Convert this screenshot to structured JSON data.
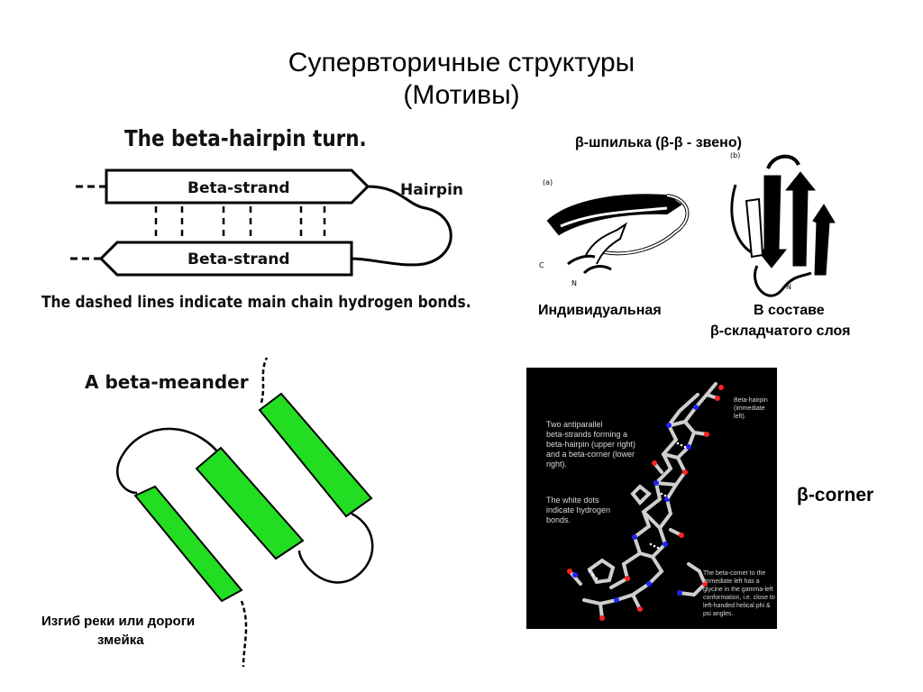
{
  "title": {
    "line1": "Супервторичные структуры",
    "line2": "(Мотивы)"
  },
  "hairpin_diagram": {
    "heading": "The beta-hairpin turn.",
    "strand_top": "Beta-strand",
    "strand_bottom": "Beta-strand",
    "loop_label": "Hairpin",
    "caption": "The dashed lines indicate main chain hydrogen bonds."
  },
  "ribbon_panel": {
    "heading": "β-шпилька (β-β - звено)",
    "panel_a": "(a)",
    "panel_b": "(b)",
    "label_c": "C",
    "label_n": "N",
    "caption_left": "Индивидуальная",
    "caption_right_1": "В составе",
    "caption_right_2": "β-складчатого слоя"
  },
  "meander_diagram": {
    "heading": "A beta-meander",
    "caption_1": "Изгиб реки или дороги",
    "caption_2": "змейка",
    "strand_color": "#22dd22"
  },
  "protein_image": {
    "text_upper": [
      "Two antiparallel",
      "beta-strands forming a",
      "beta-hairpin (upper right)",
      "and a beta-corner (lower",
      "right)."
    ],
    "text_dots": [
      "The white dots",
      "indicate hydrogen",
      "bonds."
    ],
    "text_hairpin": [
      "Beta-hairpin",
      "(immediate left)."
    ],
    "text_corner": [
      "The beta-corner to the",
      "immediate left has a",
      "glycine in the gamma-left",
      "conformation, i.e. close to",
      "left-handed helical phi &",
      "psi angles."
    ]
  },
  "corner_label": "β-corner"
}
